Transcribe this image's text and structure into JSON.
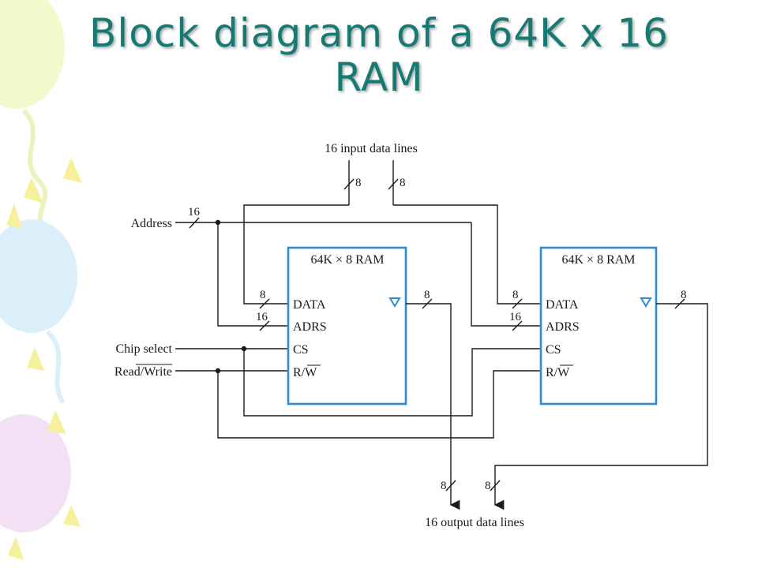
{
  "slide": {
    "title_line1": "Block diagram of a 64K x 16",
    "title_line2": "RAM",
    "accent_color": "#177a72"
  },
  "diagram": {
    "input_label": "16 input data lines",
    "output_label": "16 output data lines",
    "address_label": "Address",
    "chip_select_label": "Chip select",
    "read_write_label": "Read/Write",
    "address_width": "16",
    "chip_a": {
      "title": "64K × 8 RAM",
      "pins": {
        "data": "DATA",
        "adrs": "ADRS",
        "cs": "CS",
        "rw": "R/W"
      },
      "data_in_width": "8",
      "adrs_width": "16",
      "data_out_width": "8"
    },
    "chip_b": {
      "title": "64K × 8 RAM",
      "pins": {
        "data": "DATA",
        "adrs": "ADRS",
        "cs": "CS",
        "rw": "R/W"
      },
      "data_in_width": "8",
      "adrs_width": "16",
      "data_out_width": "8"
    },
    "input_bus_widths": [
      "8",
      "8"
    ],
    "output_bus_widths": [
      "8",
      "8"
    ],
    "box_color": "#2e8bd0"
  }
}
